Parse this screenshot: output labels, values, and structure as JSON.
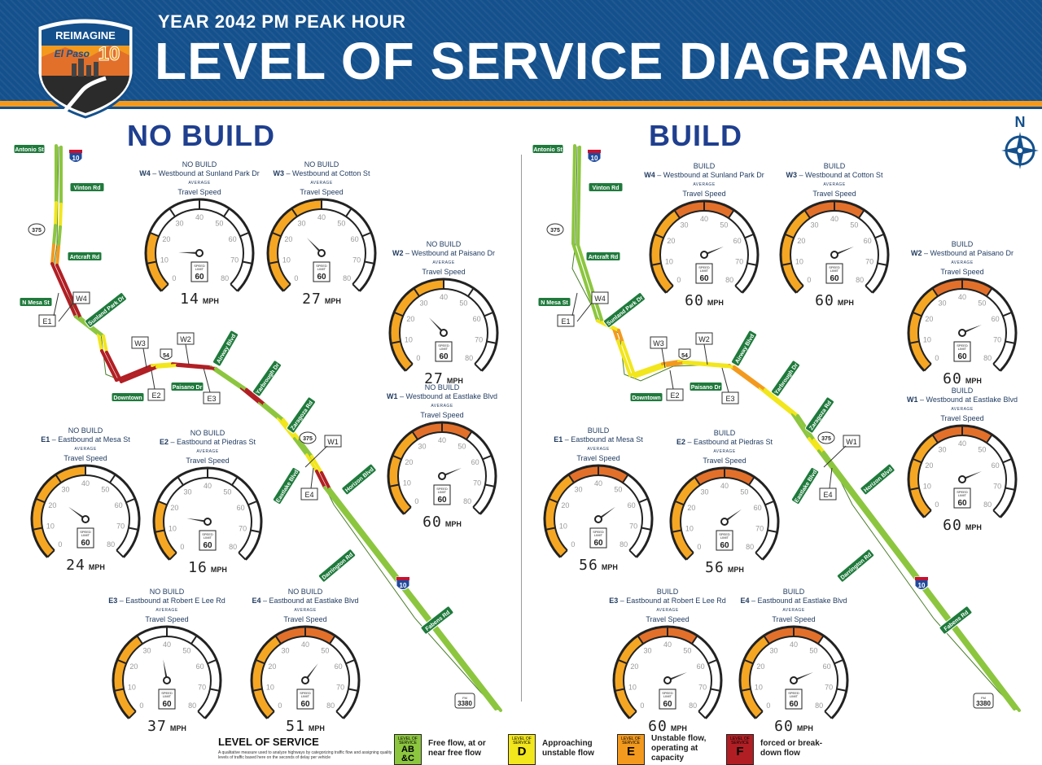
{
  "header": {
    "logo_top": "REIMAGINE",
    "logo_city": "El Paso",
    "logo_num": "10",
    "subtitle": "YEAR 2042 PM PEAK HOUR",
    "title": "LEVEL OF SERVICE DIAGRAMS"
  },
  "compass_label": "N",
  "sections": [
    {
      "title": "NO BUILD"
    },
    {
      "title": "BUILD"
    }
  ],
  "colors": {
    "ab": "#8cc63f",
    "d": "#f2e61c",
    "e": "#f39a1e",
    "f": "#b11f24",
    "sign": "#1f7a3c",
    "shield": "#1f4a9c",
    "gauge_dark": "#222222"
  },
  "map": {
    "streets": [
      "Antonio St",
      "Vinton Rd",
      "Artcraft Rd",
      "N Mesa St",
      "Sunland Park Dr",
      "Downtown",
      "Paisano Dr",
      "Airway Blvd",
      "Yarbrough Dr",
      "Zaragoza Rd",
      "Eastlake Blvd",
      "Horizon Blvd",
      "Darrington Rd",
      "Fabens Rd"
    ],
    "station_labels": [
      "W4",
      "E1",
      "W3",
      "W2",
      "E2",
      "E3",
      "W1",
      "E4"
    ],
    "shields": {
      "interstate": "10",
      "loop": "375",
      "us": "54",
      "fm_top": "FM",
      "fm": "3380",
      "interstate_top": "INTERSTATE"
    }
  },
  "gauge_text": {
    "average": "AVERAGE",
    "travel": "Travel Speed",
    "limit_top": "SPEED",
    "limit_mid": "LIMIT",
    "limit_val": "60",
    "unit": "MPH",
    "ticks": [
      "0",
      "10",
      "20",
      "30",
      "40",
      "50",
      "60",
      "70",
      "80"
    ]
  },
  "gauges": [
    {
      "scen": "NO BUILD",
      "id": "W4",
      "desc": "Westbound at Sunland Park Dr",
      "speed": "14",
      "level": "F"
    },
    {
      "scen": "NO BUILD",
      "id": "W3",
      "desc": "Westbound at Cotton St",
      "speed": "27",
      "level": "E"
    },
    {
      "scen": "NO BUILD",
      "id": "W2",
      "desc": "Westbound at Paisano Dr",
      "speed": "27",
      "level": "E"
    },
    {
      "scen": "NO BUILD",
      "id": "W1",
      "desc": "Westbound at Eastlake Blvd",
      "speed": "60",
      "level": "AB"
    },
    {
      "scen": "NO BUILD",
      "id": "E1",
      "desc": "Eastbound at Mesa St",
      "speed": "24",
      "level": "E"
    },
    {
      "scen": "NO BUILD",
      "id": "E2",
      "desc": "Eastbound at Piedras St",
      "speed": "16",
      "level": "F"
    },
    {
      "scen": "NO BUILD",
      "id": "E3",
      "desc": "Eastbound at Robert E Lee Rd",
      "speed": "37",
      "level": "D"
    },
    {
      "scen": "NO BUILD",
      "id": "E4",
      "desc": "Eastbound at Eastlake Blvd",
      "speed": "51",
      "level": "AB"
    },
    {
      "scen": "BUILD",
      "id": "W4",
      "desc": "Westbound at Sunland Park Dr",
      "speed": "60",
      "level": "AB"
    },
    {
      "scen": "BUILD",
      "id": "W3",
      "desc": "Westbound at Cotton St",
      "speed": "60",
      "level": "AB"
    },
    {
      "scen": "BUILD",
      "id": "W2",
      "desc": "Westbound at Paisano Dr",
      "speed": "60",
      "level": "AB"
    },
    {
      "scen": "BUILD",
      "id": "W1",
      "desc": "Westbound at Eastlake Blvd",
      "speed": "60",
      "level": "AB"
    },
    {
      "scen": "BUILD",
      "id": "E1",
      "desc": "Eastbound at Mesa St",
      "speed": "56",
      "level": "AB"
    },
    {
      "scen": "BUILD",
      "id": "E2",
      "desc": "Eastbound at Piedras St",
      "speed": "56",
      "level": "AB"
    },
    {
      "scen": "BUILD",
      "id": "E3",
      "desc": "Eastbound at Robert E Lee Rd",
      "speed": "60",
      "level": "AB"
    },
    {
      "scen": "BUILD",
      "id": "E4",
      "desc": "Eastbound at Eastlake Blvd",
      "speed": "60",
      "level": "AB"
    }
  ],
  "legend": {
    "title": "LEVEL OF SERVICE",
    "desc": "A qualitative measure used to analyze highways by categorizing traffic flow and assigning quality levels of traffic based here on the seconds of delay per vehicle",
    "items": [
      {
        "box_top": "LEVEL OF SERVICE",
        "grade": "AB &C",
        "label1": "Free flow, at or",
        "label2": "near free flow",
        "label3": ""
      },
      {
        "box_top": "LEVEL OF SERVICE",
        "grade": "D",
        "label1": "Approaching",
        "label2": "unstable flow",
        "label3": ""
      },
      {
        "box_top": "LEVEL OF SERVICE",
        "grade": "E",
        "label1": "Unstable flow,",
        "label2": "operating at",
        "label3": "capacity"
      },
      {
        "box_top": "LEVEL OF SERVICE",
        "grade": "F",
        "label1": "forced or break-",
        "label2": "down flow",
        "label3": ""
      }
    ]
  }
}
